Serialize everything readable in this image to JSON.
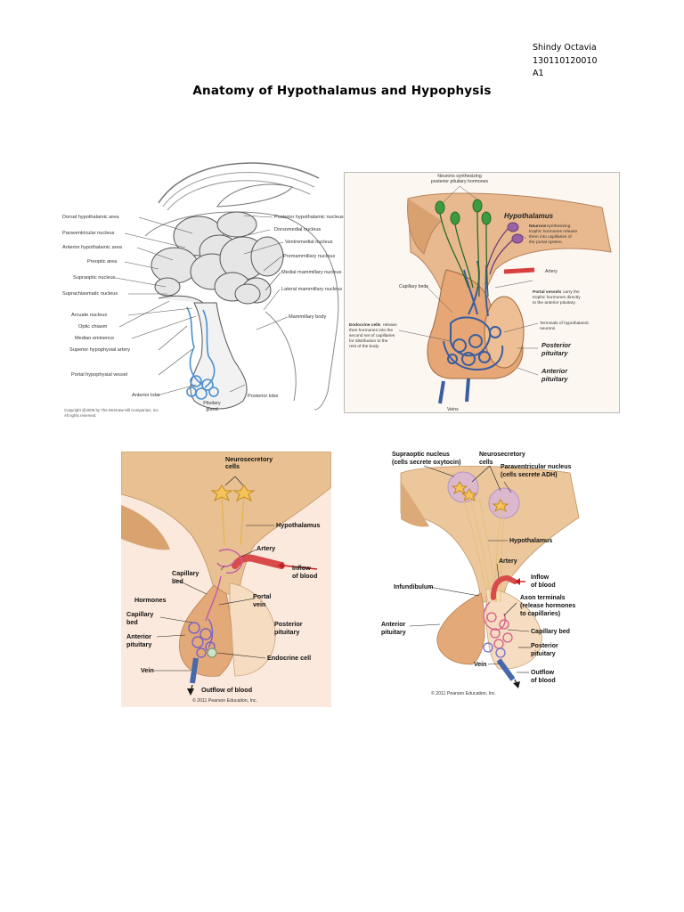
{
  "author": {
    "name": "Shindy Octavia",
    "id": "130110120010",
    "group": "A1"
  },
  "title": "Anatomy of Hypothalamus and Hypophysis",
  "figures": {
    "fig1": {
      "labels_left": [
        "Dorsal hypothalamic area",
        "Paraventricular nucleus",
        "Anterior hypothalamic area",
        "Preoptic area",
        "Supraoptic nucleus",
        "Suprachiasmatic nucleus",
        "Arcuate nucleus",
        "Optic chiasm",
        "Median eminence",
        "Superior hypophysial artery",
        "Portal hypophysial vessel",
        "Anterior lobe"
      ],
      "labels_right": [
        "Posterior hypothalamic nucleus",
        "Dorsomedial nucleus",
        "Ventromedial nucleus",
        "Premammillary nucleus",
        "Medial mammillary nucleus",
        "Lateral mammillary nucleus",
        "Mammillary body",
        "Posterior lobe"
      ],
      "pituitary_label": [
        "Pituitary",
        "gland"
      ],
      "copyright": [
        "Copyright @2006 by The McGraw-Hill Companies, Inc.",
        "All rights reserved."
      ]
    },
    "fig2": {
      "neurons_label": [
        "Neurons synthesizing",
        "posterior pituitary hormones"
      ],
      "hypothalamus": "Hypothalamus",
      "neurons_note_bold": "Neurons",
      "neurons_note": [
        "synthesizing",
        "trophic hormones release",
        "them into capillaries of",
        "the portal system."
      ],
      "artery": "Artery",
      "capillary_beds": "Capillary beds",
      "portal_bold": "Portal vessels",
      "portal_note": [
        "carry the",
        "trophic hormones directly",
        "to the anterior pituitary."
      ],
      "endocrine_bold": "Endocrine cells",
      "endocrine_note": [
        "release",
        "their hormones into the",
        "second set of capillaries",
        "for distribution to the",
        "rest of the body."
      ],
      "terminals": [
        "Terminals of hypothalamic",
        "neurons"
      ],
      "posterior": [
        "Posterior",
        "pituitary"
      ],
      "anterior": [
        "Anterior",
        "pituitary"
      ],
      "veins": "Veins"
    },
    "fig3": {
      "neurosecretory": [
        "Neurosecretory",
        "cells"
      ],
      "hypothalamus": "Hypothalamus",
      "artery": "Artery",
      "inflow": [
        "Inflow",
        "of blood"
      ],
      "capillary_bed1": [
        "Capillary",
        "bed"
      ],
      "hormones": "Hormones",
      "portal_vein": [
        "Portal",
        "vein"
      ],
      "capillary_bed2": [
        "Capillary",
        "bed"
      ],
      "posterior": [
        "Posterior",
        "pituitary"
      ],
      "anterior": [
        "Anterior",
        "pituitary"
      ],
      "endocrine": "Endocrine cell",
      "vein": "Vein",
      "outflow": "Outflow of blood",
      "copyright": "© 2011 Pearson Education, Inc."
    },
    "fig4": {
      "supraoptic": [
        "Supraoptic nucleus",
        "(cells secrete oxytocin)"
      ],
      "neurosecretory": [
        "Neurosecretory",
        "cells"
      ],
      "paraventricular": [
        "Paraventricular nucleus",
        "(cells secrete ADH)"
      ],
      "hypothalamus": "Hypothalamus",
      "artery": "Artery",
      "infundibulum": "Infundibulum",
      "inflow": [
        "Inflow",
        "of blood"
      ],
      "axon": [
        "Axon terminals",
        "(release hormones",
        "to capillaries)"
      ],
      "anterior": [
        "Anterior",
        "pituitary"
      ],
      "capillary_bed": "Capillary bed",
      "posterior": [
        "Posterior",
        "pituitary"
      ],
      "vein": "Vein",
      "outflow": [
        "Outflow",
        "of blood"
      ],
      "copyright": "© 2011 Pearson Education, Inc."
    }
  }
}
